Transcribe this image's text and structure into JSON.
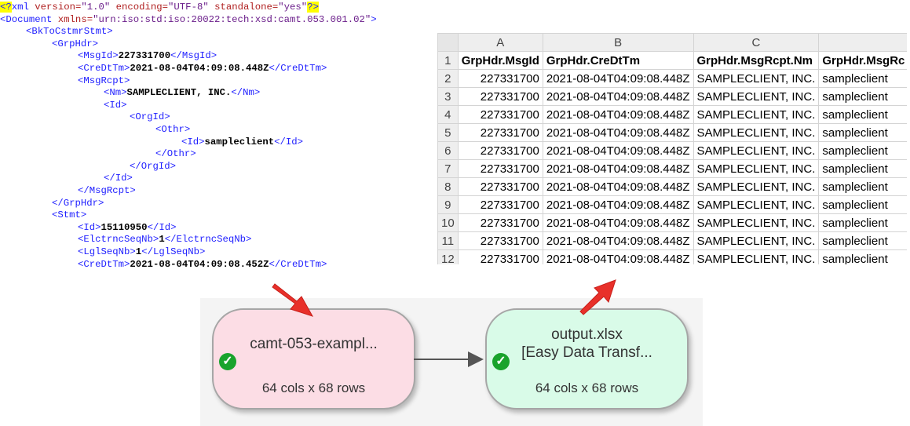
{
  "xml": {
    "lines": [
      {
        "segs": [
          {
            "t": "<?",
            "c": "hl tag"
          },
          {
            "t": "xml ",
            "c": "tag"
          },
          {
            "t": "version=",
            "c": "attr"
          },
          {
            "t": "\"1.0\" ",
            "c": "val"
          },
          {
            "t": "encoding=",
            "c": "attr"
          },
          {
            "t": "\"UTF-8\" ",
            "c": "val"
          },
          {
            "t": "standalone=",
            "c": "attr"
          },
          {
            "t": "\"yes\"",
            "c": "val"
          },
          {
            "t": "?>",
            "c": "hl tag"
          }
        ]
      },
      {
        "segs": [
          {
            "t": "<Document ",
            "c": "tag"
          },
          {
            "t": "xmlns=",
            "c": "attr"
          },
          {
            "t": "\"urn:iso:std:iso:20022:tech:xsd:camt.053.001.02\"",
            "c": "val"
          },
          {
            "t": ">",
            "c": "tag"
          }
        ]
      },
      {
        "segs": [
          {
            "t": "<BkToCstmrStmt>",
            "c": "tag"
          }
        ]
      },
      {
        "segs": [
          {
            "t": "<GrpHdr>",
            "c": "tag"
          }
        ]
      },
      {
        "segs": [
          {
            "t": "<MsgId>",
            "c": "tag"
          },
          {
            "t": "227331700",
            "c": "txt"
          },
          {
            "t": "</MsgId>",
            "c": "tag"
          }
        ]
      },
      {
        "segs": [
          {
            "t": "<CreDtTm>",
            "c": "tag"
          },
          {
            "t": "2021-08-04T04:09:08.448Z",
            "c": "txt"
          },
          {
            "t": "</CreDtTm>",
            "c": "tag"
          }
        ]
      },
      {
        "segs": [
          {
            "t": "<MsgRcpt>",
            "c": "tag"
          }
        ]
      },
      {
        "segs": [
          {
            "t": "<Nm>",
            "c": "tag"
          },
          {
            "t": "SAMPLECLIENT, INC.",
            "c": "txt"
          },
          {
            "t": "</Nm>",
            "c": "tag"
          }
        ]
      },
      {
        "segs": [
          {
            "t": "<Id>",
            "c": "tag"
          }
        ]
      },
      {
        "segs": [
          {
            "t": "<OrgId>",
            "c": "tag"
          }
        ]
      },
      {
        "segs": [
          {
            "t": "<Othr>",
            "c": "tag"
          }
        ]
      },
      {
        "segs": [
          {
            "t": "<Id>",
            "c": "tag"
          },
          {
            "t": "sampleclient",
            "c": "txt"
          },
          {
            "t": "</Id>",
            "c": "tag"
          }
        ]
      },
      {
        "segs": [
          {
            "t": "</Othr>",
            "c": "tag"
          }
        ]
      },
      {
        "segs": [
          {
            "t": "</OrgId>",
            "c": "tag"
          }
        ]
      },
      {
        "segs": [
          {
            "t": "</Id>",
            "c": "tag"
          }
        ]
      },
      {
        "segs": [
          {
            "t": "</MsgRcpt>",
            "c": "tag"
          }
        ]
      },
      {
        "segs": [
          {
            "t": "</GrpHdr>",
            "c": "tag"
          }
        ]
      },
      {
        "segs": [
          {
            "t": "<Stmt>",
            "c": "tag"
          }
        ]
      },
      {
        "segs": [
          {
            "t": "<Id>",
            "c": "tag"
          },
          {
            "t": "15110950",
            "c": "txt"
          },
          {
            "t": "</Id>",
            "c": "tag"
          }
        ]
      },
      {
        "segs": [
          {
            "t": "<ElctrncSeqNb>",
            "c": "tag"
          },
          {
            "t": "1",
            "c": "txt"
          },
          {
            "t": "</ElctrncSeqNb>",
            "c": "tag"
          }
        ]
      },
      {
        "segs": [
          {
            "t": "<LglSeqNb>",
            "c": "tag"
          },
          {
            "t": "1",
            "c": "txt"
          },
          {
            "t": "</LglSeqNb>",
            "c": "tag"
          }
        ]
      },
      {
        "segs": [
          {
            "t": "<CreDtTm>",
            "c": "tag"
          },
          {
            "t": "2021-08-04T04:09:08.452Z",
            "c": "txt"
          },
          {
            "t": "</CreDtTm>",
            "c": "tag"
          }
        ]
      }
    ]
  },
  "sheet": {
    "columns": [
      "A",
      "B",
      "C"
    ],
    "header": [
      "GrpHdr.MsgId",
      "GrpHdr.CreDtTm",
      "GrpHdr.MsgRcpt.Nm",
      "GrpHdr.MsgRc"
    ],
    "rows": [
      {
        "n": "2",
        "cells": [
          "227331700",
          "2021-08-04T04:09:08.448Z",
          "SAMPLECLIENT, INC.",
          "sampleclient"
        ]
      },
      {
        "n": "3",
        "cells": [
          "227331700",
          "2021-08-04T04:09:08.448Z",
          "SAMPLECLIENT, INC.",
          "sampleclient"
        ]
      },
      {
        "n": "4",
        "cells": [
          "227331700",
          "2021-08-04T04:09:08.448Z",
          "SAMPLECLIENT, INC.",
          "sampleclient"
        ]
      },
      {
        "n": "5",
        "cells": [
          "227331700",
          "2021-08-04T04:09:08.448Z",
          "SAMPLECLIENT, INC.",
          "sampleclient"
        ]
      },
      {
        "n": "6",
        "cells": [
          "227331700",
          "2021-08-04T04:09:08.448Z",
          "SAMPLECLIENT, INC.",
          "sampleclient"
        ]
      },
      {
        "n": "7",
        "cells": [
          "227331700",
          "2021-08-04T04:09:08.448Z",
          "SAMPLECLIENT, INC.",
          "sampleclient"
        ]
      },
      {
        "n": "8",
        "cells": [
          "227331700",
          "2021-08-04T04:09:08.448Z",
          "SAMPLECLIENT, INC.",
          "sampleclient"
        ]
      },
      {
        "n": "9",
        "cells": [
          "227331700",
          "2021-08-04T04:09:08.448Z",
          "SAMPLECLIENT, INC.",
          "sampleclient"
        ]
      },
      {
        "n": "10",
        "cells": [
          "227331700",
          "2021-08-04T04:09:08.448Z",
          "SAMPLECLIENT, INC.",
          "sampleclient"
        ]
      },
      {
        "n": "11",
        "cells": [
          "227331700",
          "2021-08-04T04:09:08.448Z",
          "SAMPLECLIENT, INC.",
          "sampleclient"
        ]
      },
      {
        "n": "12",
        "cells": [
          "227331700",
          "2021-08-04T04:09:08.448Z",
          "SAMPLECLIENT, INC.",
          "sampleclient"
        ]
      }
    ]
  },
  "flow": {
    "source": {
      "name": "camt-053-exampl...",
      "size": "64 cols x 68 rows",
      "status_icon": "check-circle-icon"
    },
    "output": {
      "name_line1": "output.xlsx",
      "name_line2": "[Easy Data Transf...",
      "size": "64 cols x 68 rows",
      "status_icon": "check-circle-icon"
    },
    "colors": {
      "source_bg": "#fcdde5",
      "output_bg": "#d9fbe8",
      "arrow": "#e8302a",
      "check": "#19a32c"
    }
  }
}
